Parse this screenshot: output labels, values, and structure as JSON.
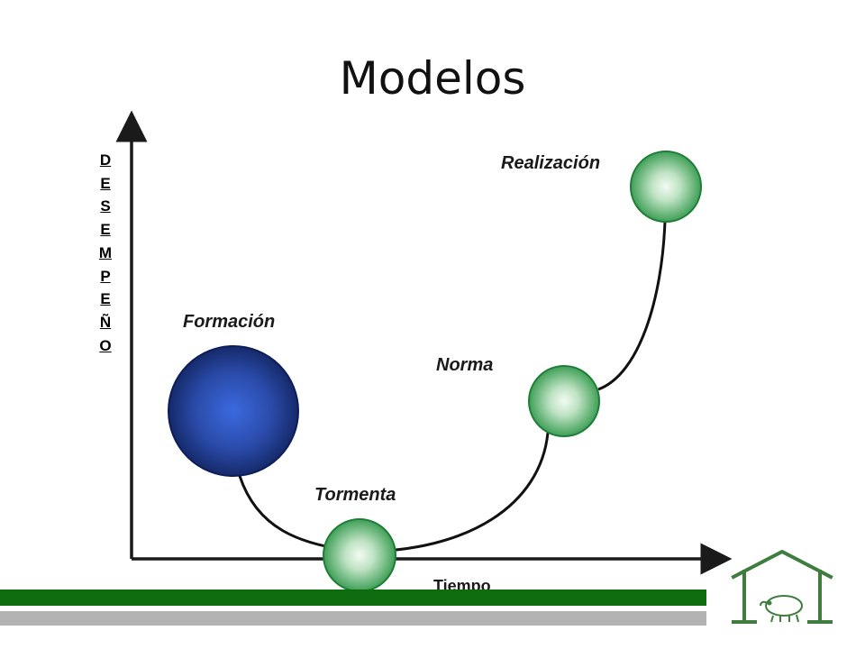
{
  "slide": {
    "title": "Modelos"
  },
  "diagram": {
    "y_axis_label": "DESEMPEÑO",
    "x_axis_label": "Tiempo",
    "stages": [
      {
        "label": "Formación",
        "color": "#2f4fbf"
      },
      {
        "label": "Tormenta",
        "color": "#4caf6a"
      },
      {
        "label": "Norma",
        "color": "#4caf6a"
      },
      {
        "label": "Realización",
        "color": "#4caf6a"
      }
    ]
  },
  "footer": {
    "bar_colors": [
      "#0e6b0e",
      "#b3b3b3"
    ],
    "logo_icon": "house-with-animal-icon"
  }
}
